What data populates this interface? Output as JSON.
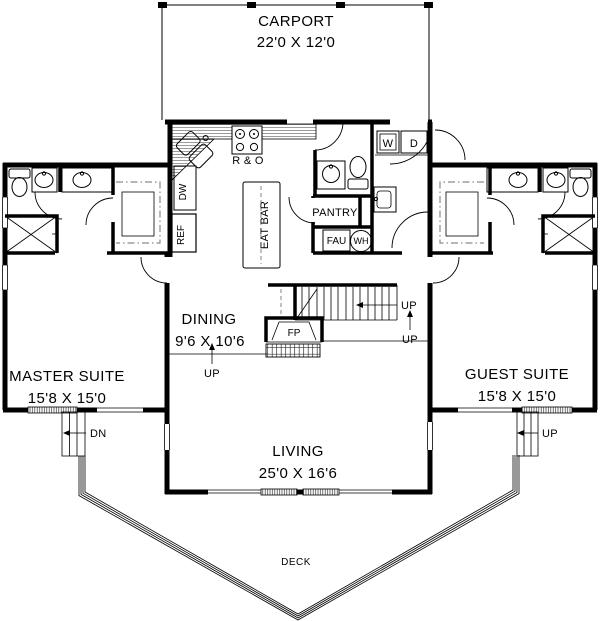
{
  "rooms": {
    "carport": {
      "name": "CARPORT",
      "dims": "22'0 X 12'0"
    },
    "dining": {
      "name": "DINING",
      "dims": "9'6 X 10'6"
    },
    "master_suite": {
      "name": "MASTER SUITE",
      "dims": "15'8 X 15'0"
    },
    "guest_suite": {
      "name": "GUEST SUITE",
      "dims": "15'8 X 15'0"
    },
    "living": {
      "name": "LIVING",
      "dims": "25'0 X 16'6"
    },
    "deck": {
      "name": "DECK"
    },
    "pantry": {
      "name": "PANTRY"
    }
  },
  "appliances": {
    "range_oven": "R & O",
    "dishwasher": "DW",
    "refrigerator": "REF",
    "eat_bar": "EAT BAR",
    "washer": "W",
    "dryer": "D",
    "furnace": "FAU",
    "water_heater": "WH",
    "fireplace": "FP"
  },
  "circulation": {
    "up": "UP",
    "down": "DN"
  },
  "colors": {
    "ink": "#000000",
    "paper": "#ffffff",
    "closet_rod": "#8a8a8a"
  }
}
